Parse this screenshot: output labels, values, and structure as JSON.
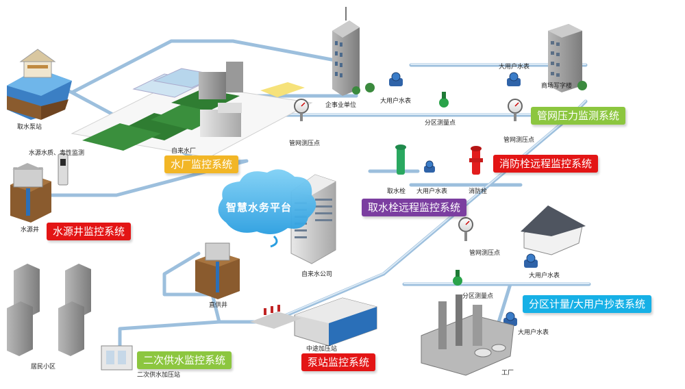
{
  "platform": "智慧水务平台",
  "systems": {
    "water_plant": "水厂监控系统",
    "well": "水源井监控系统",
    "pressure": "管网压力监测系统",
    "hydrant": "消防栓远程监控系统",
    "intake_hydrant": "取水栓远程监控系统",
    "secondary": "二次供水监控系统",
    "pump": "泵站监控系统",
    "zone_meter": "分区计量/大用户抄表系统"
  },
  "labels": {
    "intake_pump": "取水泵站",
    "quality_monitor": "水源水质、毒性监测",
    "plant": "自来水厂",
    "source_well": "水源井",
    "enterprise": "企事业单位",
    "big_meter_1": "大用户水表",
    "big_meter_2": "大用户水表",
    "big_meter_3": "大用户水表",
    "big_meter_4": "大用户水表",
    "zone_point_1": "分区测量点",
    "zone_point_2": "分区测量点",
    "pressure_point_1": "管网测压点",
    "pressure_point_2": "管网测压点",
    "pressure_point_3": "管网测压点",
    "office": "商场写字楼",
    "intake_hydrant_device": "取水栓",
    "big_meter_mid": "大用户水表",
    "hydrant_device": "消防栓",
    "water_company": "自来水公司",
    "supply_well": "直供井",
    "residential": "居民小区",
    "secondary_station": "二次供水加压站",
    "booster": "中途加压站",
    "factory": "工厂"
  },
  "colors": {
    "pipe": "#bcd6ec",
    "pipe_edge": "#8fb3d4",
    "yellow": "#f2b626",
    "red": "#e31515",
    "purple": "#7b3ea0",
    "green": "#8cc63f",
    "blue": "#16b0e6"
  }
}
